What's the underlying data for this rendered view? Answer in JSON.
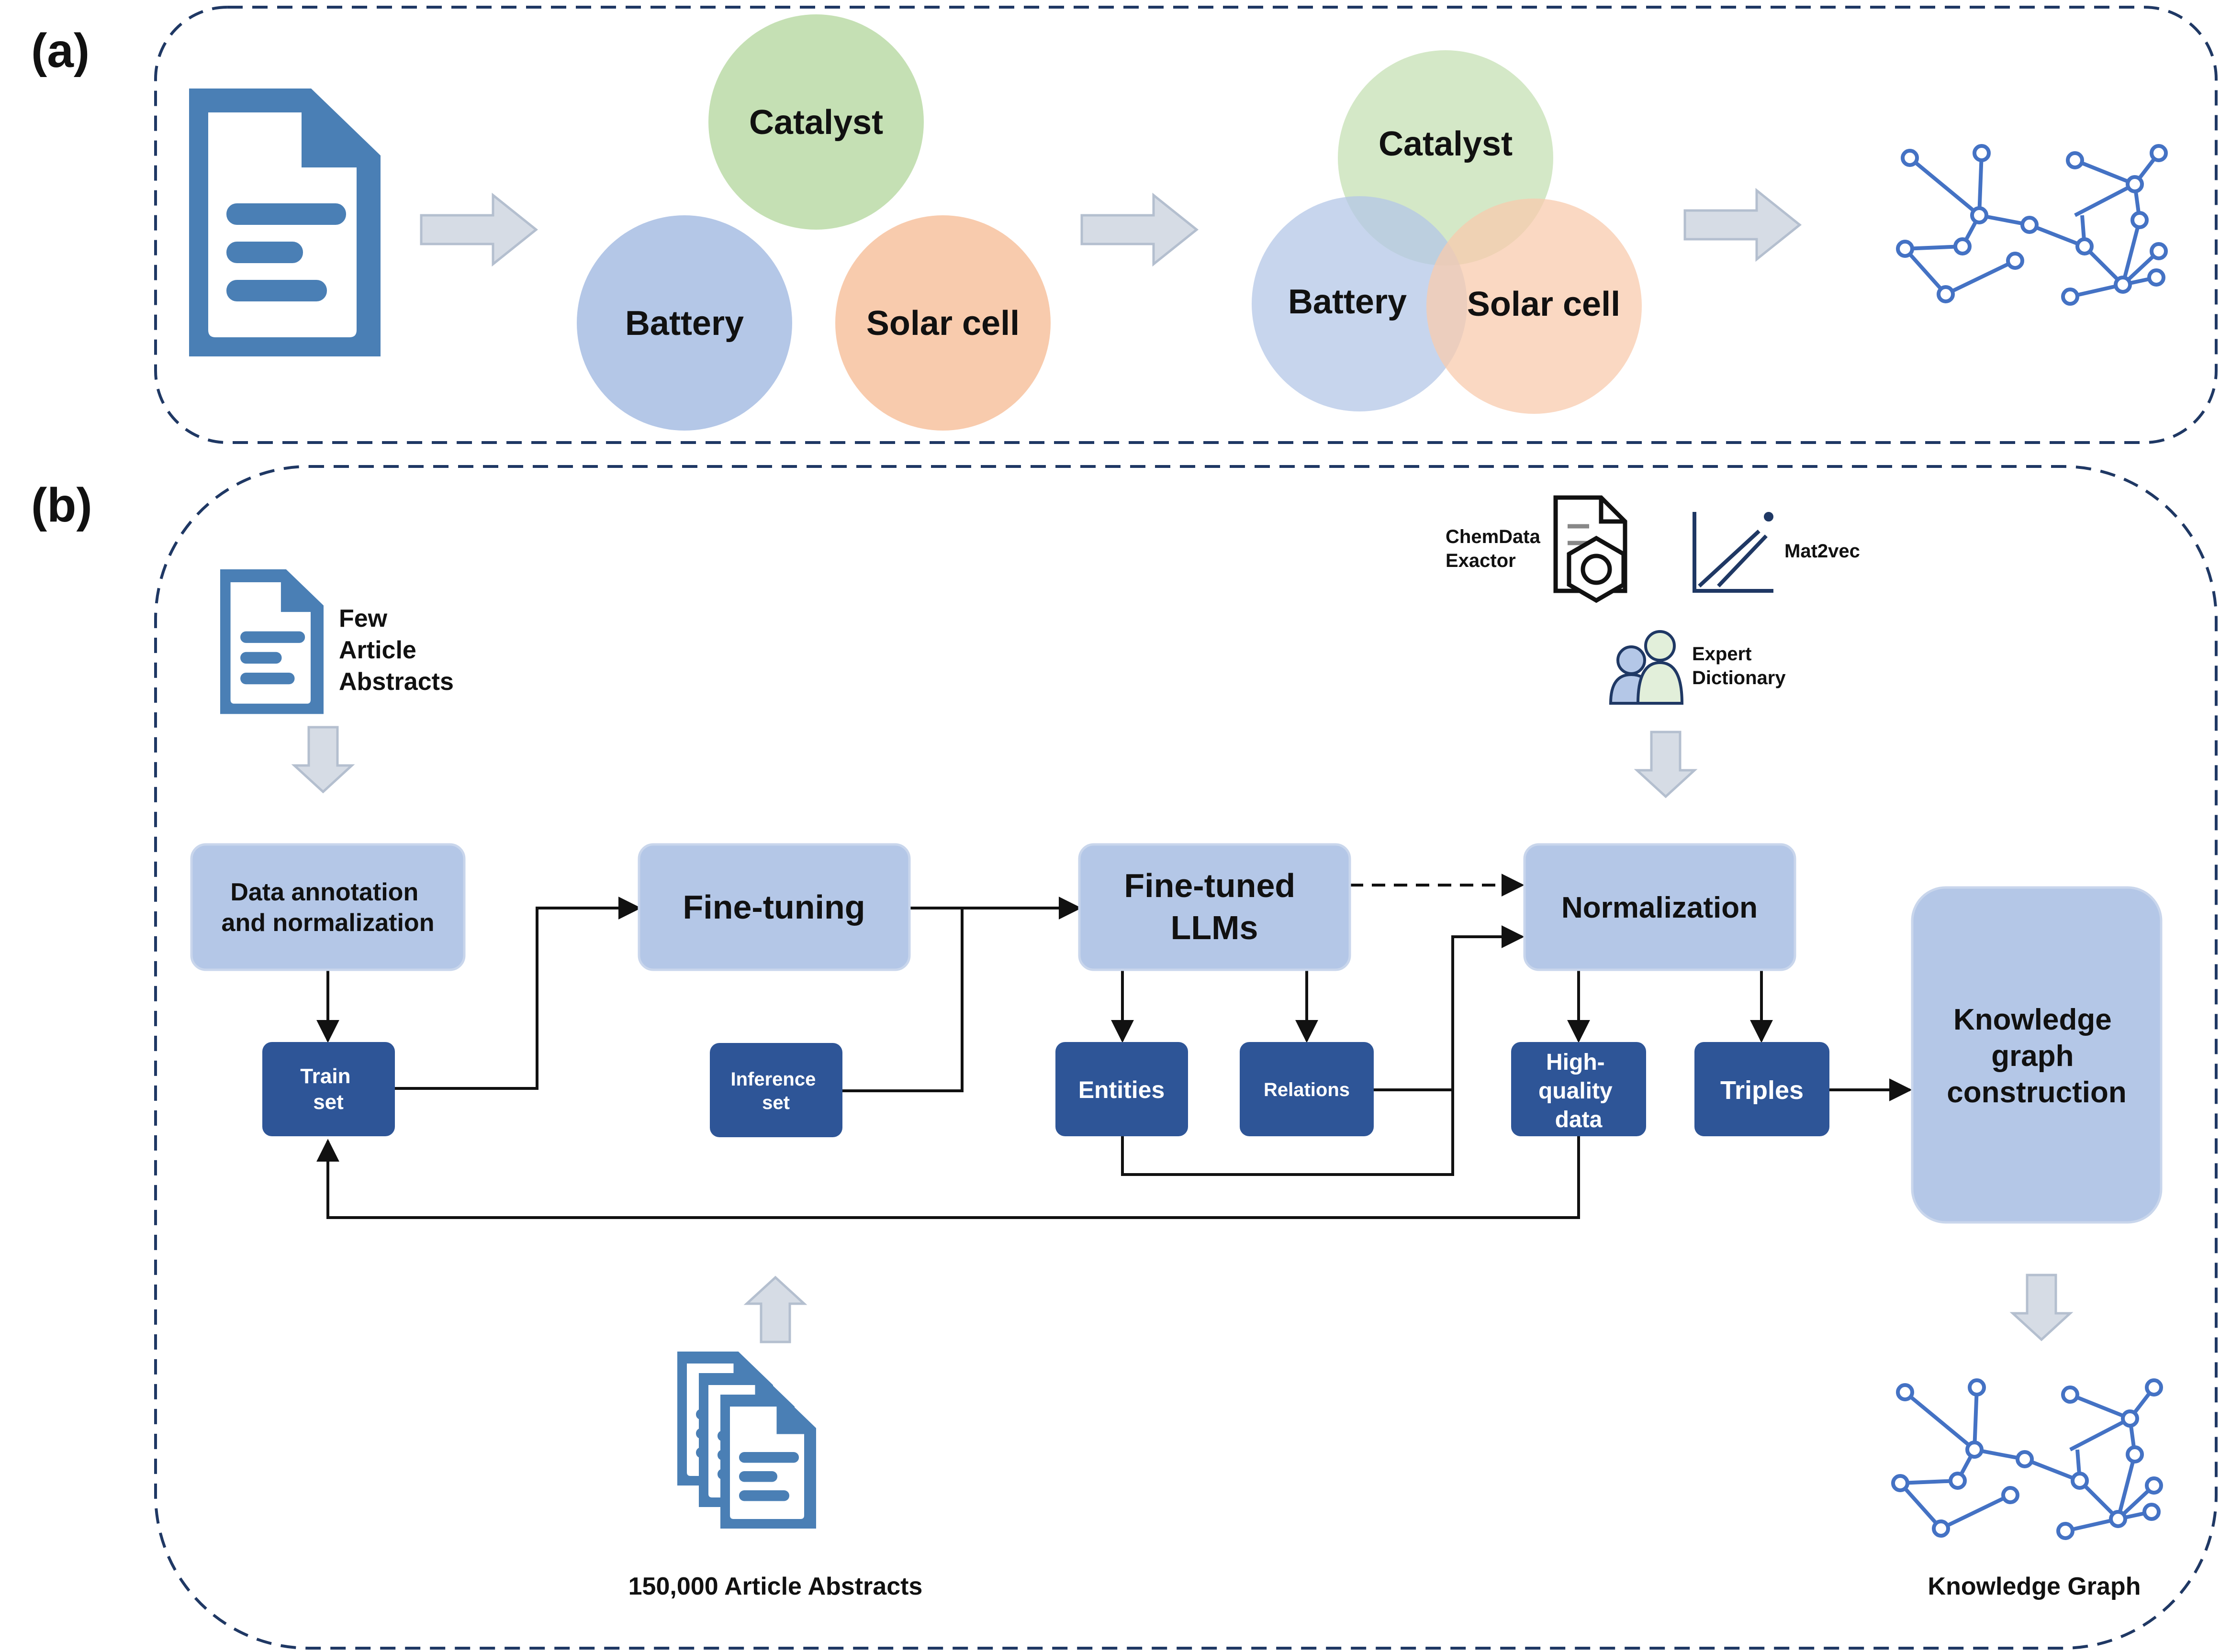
{
  "colors": {
    "light_box": "#b4c7e7",
    "dark_box": "#2e5597",
    "doc_icon": "#4a7fb5",
    "graph": "#4472c4",
    "catalyst": "#c5e0b4",
    "battery": "#b4c7e7",
    "solar_cell": "#f8cbad",
    "hollow_arrow": "#d6dce5"
  },
  "panel_a": {
    "label": "(a)",
    "separate": {
      "catalyst": "Catalyst",
      "battery": "Battery",
      "solar_cell": "Solar cell"
    },
    "overlap": {
      "catalyst": "Catalyst",
      "battery": "Battery",
      "solar_cell": "Solar cell"
    }
  },
  "panel_b": {
    "label": "(b)",
    "few_abstracts": [
      "Few",
      "Article",
      "Abstracts"
    ],
    "resources": {
      "chemdata": [
        "ChemData",
        "Exactor"
      ],
      "mat2vec": "Mat2vec",
      "expert": [
        "Expert",
        "Dictionary"
      ]
    },
    "boxes": {
      "data_annotation": [
        "Data annotation",
        "and normalization"
      ],
      "fine_tuning": "Fine-tuning",
      "fine_tuned": [
        "Fine-tuned",
        "LLMs"
      ],
      "normalization": "Normalization",
      "kg_construction": [
        "Knowledge",
        "graph",
        "construction"
      ],
      "train_set": [
        "Train",
        "set"
      ],
      "inference_set": [
        "Inference",
        "set"
      ],
      "entities": "Entities",
      "relations": "Relations",
      "high_quality": [
        "High-",
        "quality",
        "data"
      ],
      "triples": "Triples"
    },
    "abstracts_caption": "150,000 Article Abstracts",
    "kg_caption": "Knowledge Graph"
  }
}
